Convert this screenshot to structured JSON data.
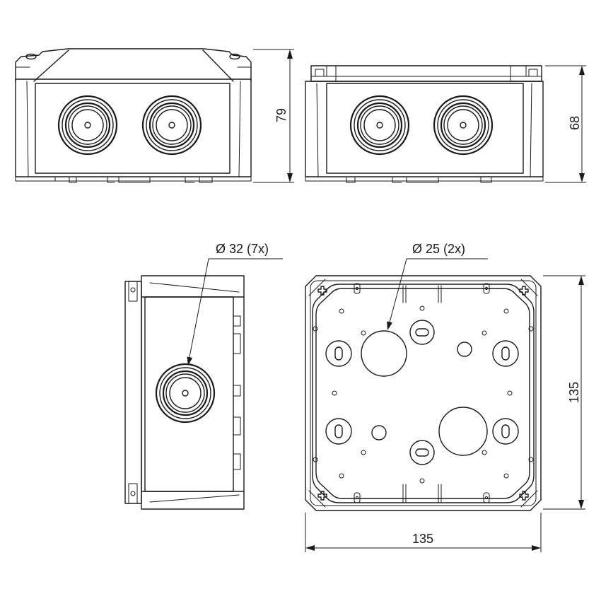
{
  "drawing": {
    "front_view": {
      "height": "79"
    },
    "side_view": {
      "height": "68"
    },
    "end_view": {
      "gland_callout": "Ø 32 (7x)"
    },
    "base_view": {
      "hole_callout": "Ø 25 (2x)",
      "height": "135",
      "width": "135"
    }
  },
  "colors": {
    "line": "#1a1a1a",
    "background": "#ffffff"
  }
}
